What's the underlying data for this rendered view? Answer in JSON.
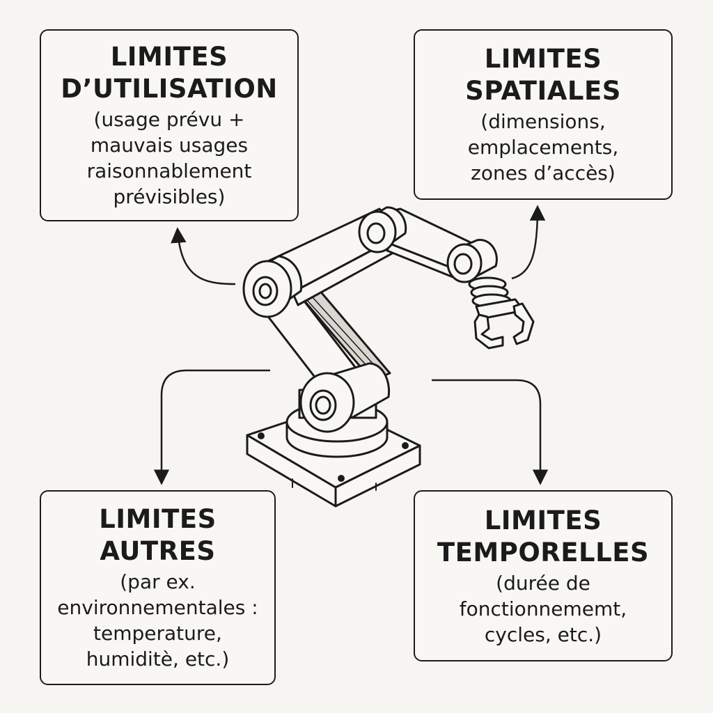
{
  "boxes": {
    "utilisation": {
      "title_line1": "LIMITES",
      "title_line2": "D’UTILISATION",
      "description": "(usage prévu +\nmauvais usages\nraisonnablement\nprévisibles)"
    },
    "spatiales": {
      "title_line1": "LIMITES",
      "title_line2": "SPATIALES",
      "description": "(dimensions,\nemplacements,\nzones d’accès)"
    },
    "autres": {
      "title_line1": "LIMITES",
      "title_line2": "AUTRES",
      "description": "(par ex.\nenvironnementales :\ntemperature,\nhumiditè, etc.)"
    },
    "temporelles": {
      "title_line1": "LIMITES",
      "title_line2": "TEMPORELLES",
      "description": "(durée de\nfonctionnememt,\ncycles, etc.)"
    }
  },
  "colors": {
    "background": "#f6f5f1",
    "ink": "#1b1b1b",
    "box_fill": "#f8f7f3"
  },
  "icons": {
    "center": "robot-arm-icon"
  }
}
